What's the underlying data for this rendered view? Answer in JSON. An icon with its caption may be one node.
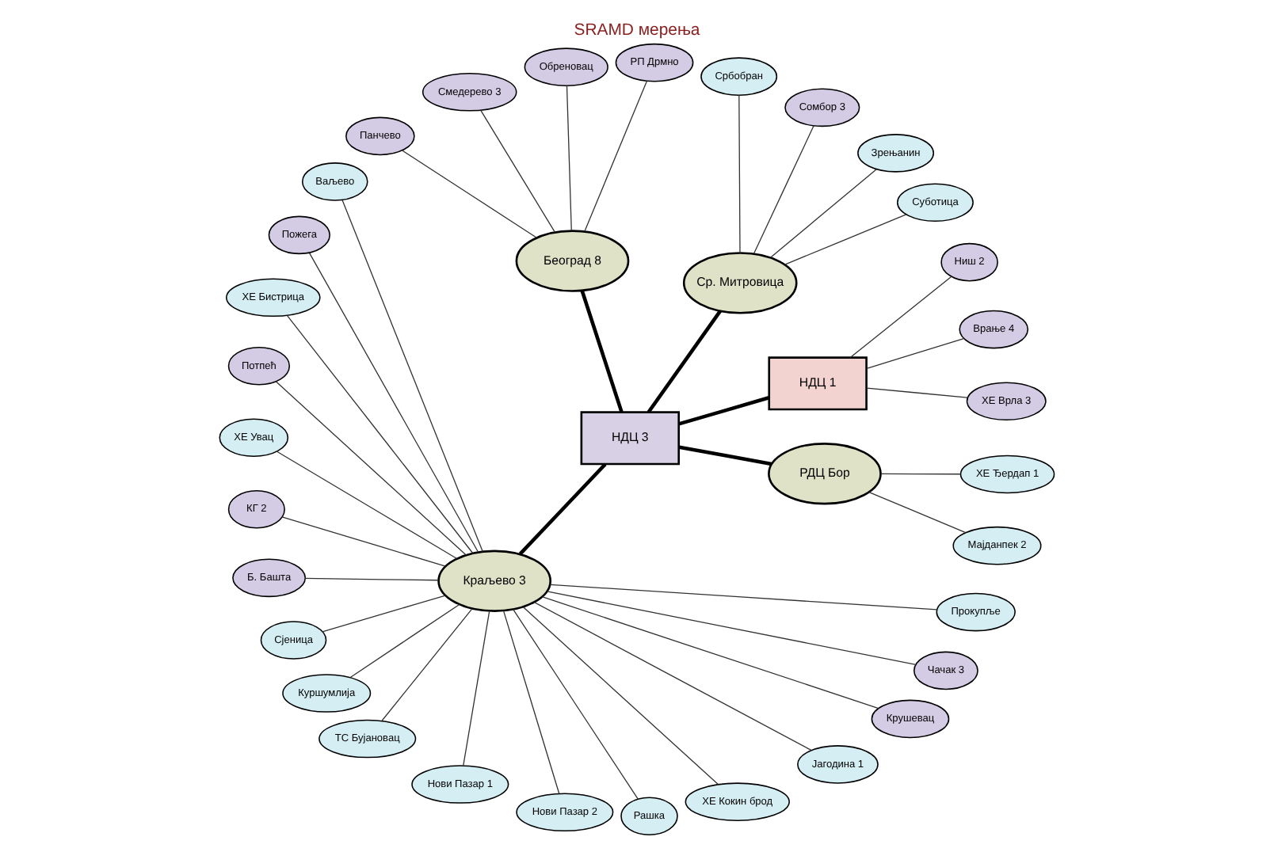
{
  "diagram": {
    "title": "SRAMD мерења",
    "nodes": [
      {
        "text": [
          "НДЦ 1"
        ]
      },
      {
        "text": [
          "ХЕ Врла 3"
        ]
      },
      {
        "text": [
          "Врање 4"
        ]
      },
      {
        "text": [
          "Ниш 2"
        ]
      },
      {
        "text": [
          "Ср. Митровица"
        ]
      },
      {
        "text": [
          "Суботица"
        ]
      },
      {
        "text": [
          "Зрењанин"
        ]
      },
      {
        "text": [
          "Сомбор 3"
        ]
      },
      {
        "text": [
          "Србобран"
        ]
      },
      {
        "text": [
          "НДЦ 3"
        ]
      },
      {
        "text": [
          "Београд 8"
        ]
      },
      {
        "text": [
          "РП Дрмно"
        ]
      },
      {
        "text": [
          "Обреновац"
        ]
      },
      {
        "text": [
          "Смедерево 3"
        ]
      },
      {
        "text": [
          "Панчево"
        ]
      },
      {
        "text": [
          "Краљево 3"
        ]
      },
      {
        "text": [
          "Ваљево"
        ]
      },
      {
        "text": [
          "Пожега"
        ]
      },
      {
        "text": [
          "ХЕ Бистрица"
        ]
      },
      {
        "text": [
          "Потпећ"
        ]
      },
      {
        "text": [
          "ХЕ Увац"
        ]
      },
      {
        "text": [
          "КГ 2"
        ]
      },
      {
        "text": [
          "Б. Башта"
        ]
      },
      {
        "text": [
          "Сјеница"
        ]
      },
      {
        "text": [
          "Куршумлија"
        ]
      },
      {
        "text": [
          "ТС Бујановац"
        ]
      },
      {
        "text": [
          "Нови Пазар 1"
        ]
      },
      {
        "text": [
          "Нови Пазар 2"
        ]
      },
      {
        "text": [
          "Рашка"
        ]
      },
      {
        "text": [
          "ХЕ Кокин брод"
        ]
      },
      {
        "text": [
          "Јагодина 1"
        ]
      },
      {
        "text": [
          "Крушевац"
        ]
      },
      {
        "text": [
          "Чачак 3"
        ]
      },
      {
        "text": [
          "Прокупље"
        ]
      },
      {
        "text": [
          "РДЦ Бор"
        ]
      },
      {
        "text": [
          "Мајданпек 2"
        ]
      },
      {
        "text": [
          "ХЕ Ђердап 1"
        ]
      }
    ],
    "edges": [
      {
        "from": 9,
        "to": 0,
        "arrow": "none",
        "style": "thick"
      },
      {
        "from": 9,
        "to": 4,
        "arrow": "none",
        "style": "thick"
      },
      {
        "from": 9,
        "to": 10,
        "arrow": "none",
        "style": "thick"
      },
      {
        "from": 9,
        "to": 15,
        "arrow": "none",
        "style": "thick"
      },
      {
        "from": 9,
        "to": 34,
        "arrow": "none",
        "style": "thick"
      },
      {
        "from": 0,
        "to": 1,
        "arrow": "none"
      },
      {
        "from": 0,
        "to": 2,
        "arrow": "none"
      },
      {
        "from": 0,
        "to": 3,
        "arrow": "none"
      },
      {
        "from": 4,
        "to": 5,
        "arrow": "none"
      },
      {
        "from": 4,
        "to": 6,
        "arrow": "none"
      },
      {
        "from": 4,
        "to": 7,
        "arrow": "none"
      },
      {
        "from": 4,
        "to": 8,
        "arrow": "none"
      },
      {
        "from": 10,
        "to": 11,
        "arrow": "none"
      },
      {
        "from": 10,
        "to": 12,
        "arrow": "none"
      },
      {
        "from": 10,
        "to": 13,
        "arrow": "none"
      },
      {
        "from": 10,
        "to": 14,
        "arrow": "none"
      },
      {
        "from": 15,
        "to": 16,
        "arrow": "none"
      },
      {
        "from": 15,
        "to": 17,
        "arrow": "none"
      },
      {
        "from": 15,
        "to": 18,
        "arrow": "none"
      },
      {
        "from": 15,
        "to": 19,
        "arrow": "none"
      },
      {
        "from": 15,
        "to": 20,
        "arrow": "none"
      },
      {
        "from": 15,
        "to": 21,
        "arrow": "none"
      },
      {
        "from": 15,
        "to": 22,
        "arrow": "none"
      },
      {
        "from": 15,
        "to": 23,
        "arrow": "none"
      },
      {
        "from": 15,
        "to": 24,
        "arrow": "none"
      },
      {
        "from": 15,
        "to": 25,
        "arrow": "none"
      },
      {
        "from": 15,
        "to": 26,
        "arrow": "none"
      },
      {
        "from": 15,
        "to": 27,
        "arrow": "none"
      },
      {
        "from": 15,
        "to": 28,
        "arrow": "none"
      },
      {
        "from": 15,
        "to": 29,
        "arrow": "none"
      },
      {
        "from": 15,
        "to": 30,
        "arrow": "none"
      },
      {
        "from": 15,
        "to": 31,
        "arrow": "none"
      },
      {
        "from": 15,
        "to": 32,
        "arrow": "none"
      },
      {
        "from": 15,
        "to": 33,
        "arrow": "none"
      },
      {
        "from": 34,
        "to": 35,
        "arrow": "none"
      },
      {
        "from": 34,
        "to": 36,
        "arrow": "none"
      }
    ]
  }
}
